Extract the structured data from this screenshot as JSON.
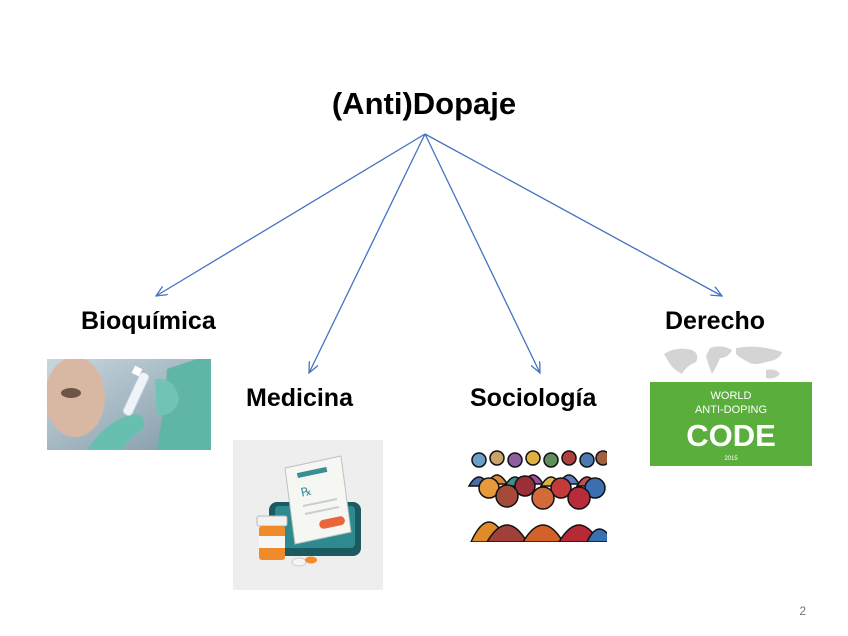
{
  "title": "(Anti)Dopaje",
  "branches": [
    {
      "id": "bioquimica",
      "label": "Bioquímica"
    },
    {
      "id": "medicina",
      "label": "Medicina"
    },
    {
      "id": "sociologia",
      "label": "Sociología"
    },
    {
      "id": "derecho",
      "label": "Derecho"
    }
  ],
  "code_badge": {
    "line1": "WORLD",
    "line2": "ANTI-DOPING",
    "line3": "CODE",
    "year": "2015"
  },
  "page_number": "2",
  "colors": {
    "arrow": "#4472c4",
    "badge_green": "#5aaf3c"
  }
}
